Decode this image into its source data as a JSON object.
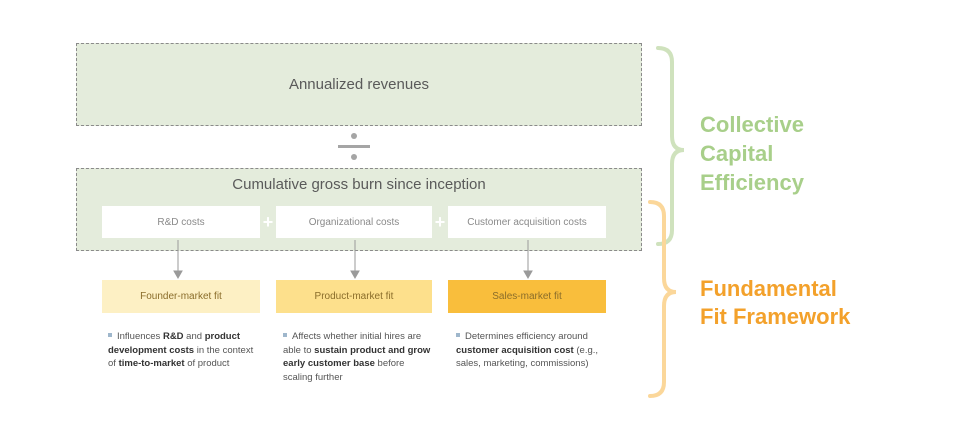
{
  "top_box": {
    "label": "Annualized revenues"
  },
  "bottom_box": {
    "title": "Cumulative gross burn since inception",
    "costs": [
      "R&D costs",
      "Organizational costs",
      "Customer acquisition costs"
    ]
  },
  "fits": [
    "Founder-market fit",
    "Product-market fit",
    "Sales-market fit"
  ],
  "bullets": [
    [
      {
        "t": "Influences ",
        "b": false
      },
      {
        "t": "R&D",
        "b": true
      },
      {
        "t": " and ",
        "b": false
      },
      {
        "t": "product development costs",
        "b": true
      },
      {
        "t": " in the context of ",
        "b": false
      },
      {
        "t": "time-to-market",
        "b": true
      },
      {
        "t": " of product",
        "b": false
      }
    ],
    [
      {
        "t": "Affects whether initial hires are able to ",
        "b": false
      },
      {
        "t": "sustain product and grow early customer base",
        "b": true
      },
      {
        "t": " before scaling further",
        "b": false
      }
    ],
    [
      {
        "t": "Determines efficiency around ",
        "b": false
      },
      {
        "t": "customer acquisition cost",
        "b": true
      },
      {
        "t": " (e.g., sales, marketing, commissions)",
        "b": false
      }
    ]
  ],
  "labels": {
    "collective": [
      "Collective",
      "Capital",
      "Efficiency"
    ],
    "fundamental": [
      "Fundamental",
      "Fit Framework"
    ]
  },
  "colors": {
    "box_green": "#e4ecdc",
    "green_accent": "#a8cf8a",
    "orange_accent": "#f3a12b",
    "fit_light": "#fdf0c4",
    "fit_mid": "#fde08c",
    "fit_dark": "#f9be3c"
  }
}
